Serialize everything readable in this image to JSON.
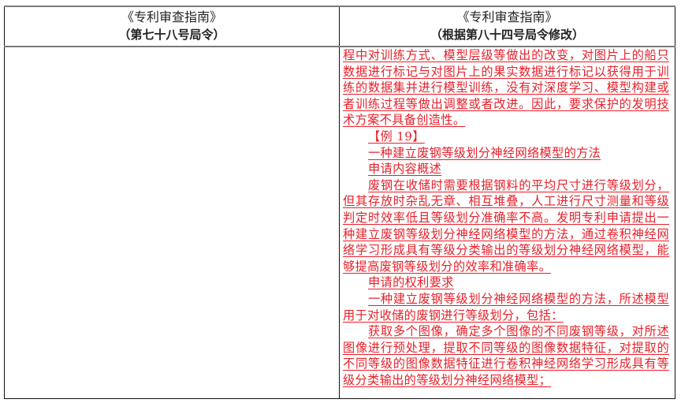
{
  "table": {
    "left_header": {
      "title": "《专利审查指南》",
      "subtitle": "（第七十八号局令）"
    },
    "right_header": {
      "title": "《专利审查指南》",
      "subtitle": "（根据第八十四号局令修改）"
    },
    "left_body": "",
    "right_body": {
      "color": "#e8202a",
      "paragraphs": [
        {
          "indent": false,
          "text": "程中对训练方式、模型层级等做出的改变，对图片上的船只数据进行标记与对图片上的果实数据进行标记以获得用于训练的数据集并进行模型训练，没有对深度学习、模型构建或者训练过程等做出调整或者改进。因此，要求保护的发明技术方案不具备创造性。"
        },
        {
          "indent": true,
          "text": "【例 19】"
        },
        {
          "indent": true,
          "text": "一种建立废钢等级划分神经网络模型的方法"
        },
        {
          "indent": true,
          "text": "申请内容概述"
        },
        {
          "indent": true,
          "text": "废钢在收储时需要根据钢料的平均尺寸进行等级划分，但其存放时杂乱无章、相互堆叠，人工进行尺寸测量和等级判定时效率低且等级划分准确率不高。发明专利申请提出一种建立废钢等级划分神经网络模型的方法，通过卷积神经网络学习形成具有等级分类输出的等级划分神经网络模型，能够提高废钢等级划分的效率和准确率。"
        },
        {
          "indent": true,
          "text": "申请的权利要求"
        },
        {
          "indent": true,
          "text": "一种建立废钢等级划分神经网络模型的方法，所述模型用于对收储的废钢进行等级划分，包括："
        },
        {
          "indent": true,
          "text": "获取多个图像，确定多个图像的不同废钢等级，对所述图像进行预处理，提取不同等级的图像数据特征，对提取的不同等级的图像数据特征进行卷积神经网络学习形成具有等级分类输出的等级划分神经网络模型；"
        }
      ]
    }
  }
}
